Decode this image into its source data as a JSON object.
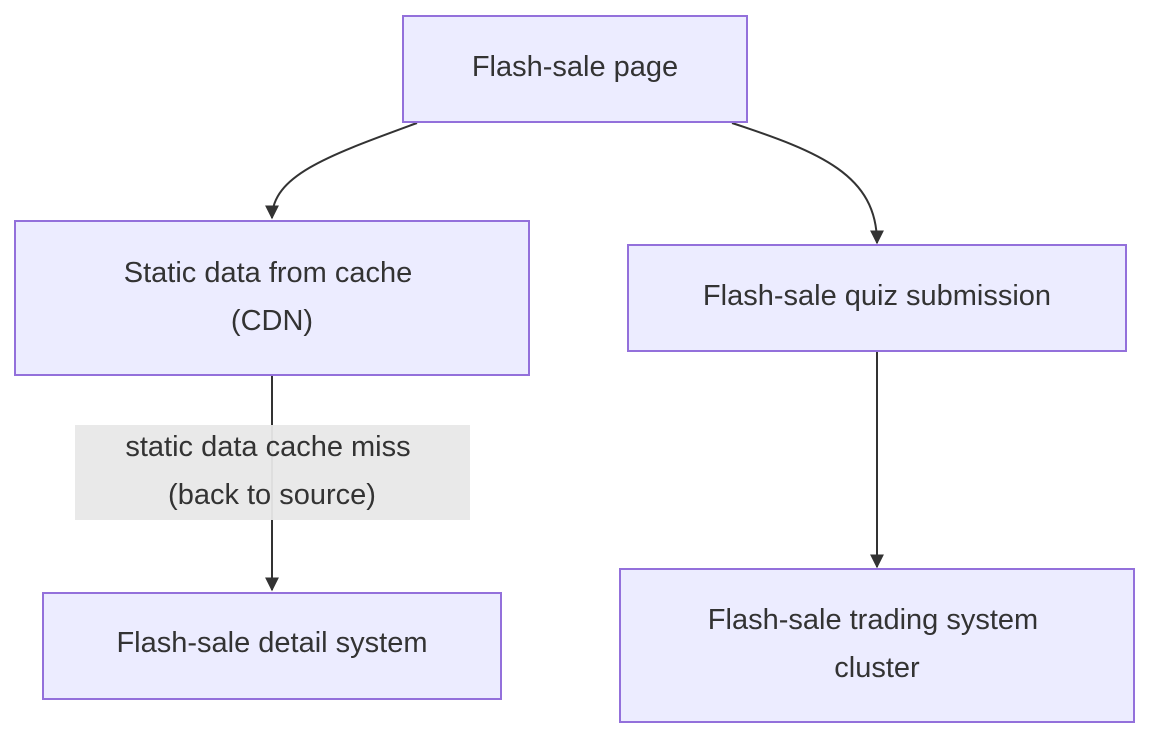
{
  "diagram": {
    "nodes": {
      "flash_sale_page": [
        "Flash-sale page"
      ],
      "static_cache": [
        "Static data from cache",
        "(CDN)"
      ],
      "quiz_submission": [
        "Flash-sale quiz submission"
      ],
      "detail_system": [
        "Flash-sale detail system"
      ],
      "trading_cluster": [
        "Flash-sale trading system",
        "cluster"
      ]
    },
    "edges": [
      {
        "from": "flash_sale_page",
        "to": "static_cache",
        "label": []
      },
      {
        "from": "flash_sale_page",
        "to": "quiz_submission",
        "label": []
      },
      {
        "from": "static_cache",
        "to": "detail_system",
        "label": [
          "static data cache miss",
          "(back to source)"
        ]
      },
      {
        "from": "quiz_submission",
        "to": "trading_cluster",
        "label": []
      }
    ]
  },
  "colors": {
    "node_fill": "#ECECFF",
    "node_stroke": "#9370DB",
    "edge": "#333333",
    "label_background": "#E8E8E8",
    "text": "#333333"
  }
}
